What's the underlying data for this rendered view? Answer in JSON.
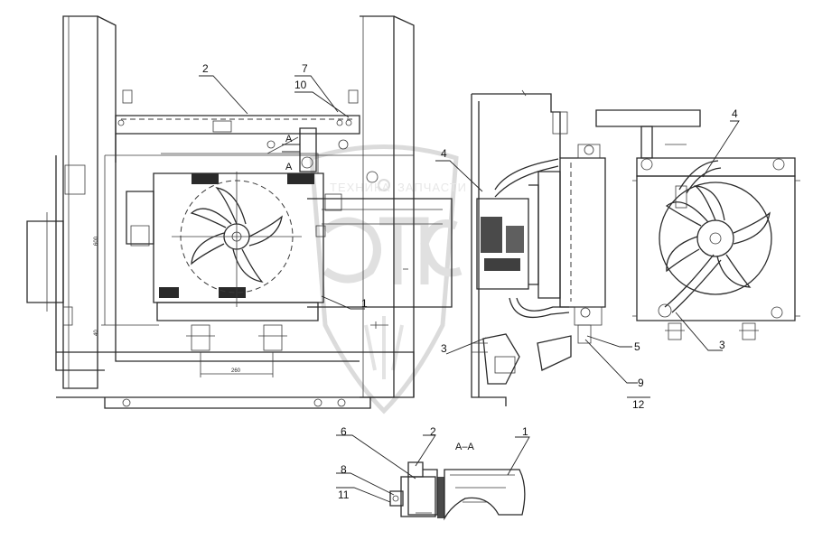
{
  "callouts": {
    "c1": "1",
    "c2": "2",
    "c3": "3",
    "c4": "4",
    "c5": "5",
    "c6": "6",
    "c7": "7",
    "c8": "8",
    "c9": "9",
    "c10": "10",
    "c11": "11",
    "c12": "12"
  },
  "section_marks": {
    "top": "A",
    "bottom": "A",
    "section_label": "А–А"
  },
  "dimensions": {
    "vertical_600": "600",
    "vertical_40": "40",
    "horizontal_260": "260"
  },
  "watermark": {
    "text_left": "ТЕХНИКА",
    "text_right": "ЗАПЧАСТИ",
    "logo_letters": "ЭПС"
  }
}
